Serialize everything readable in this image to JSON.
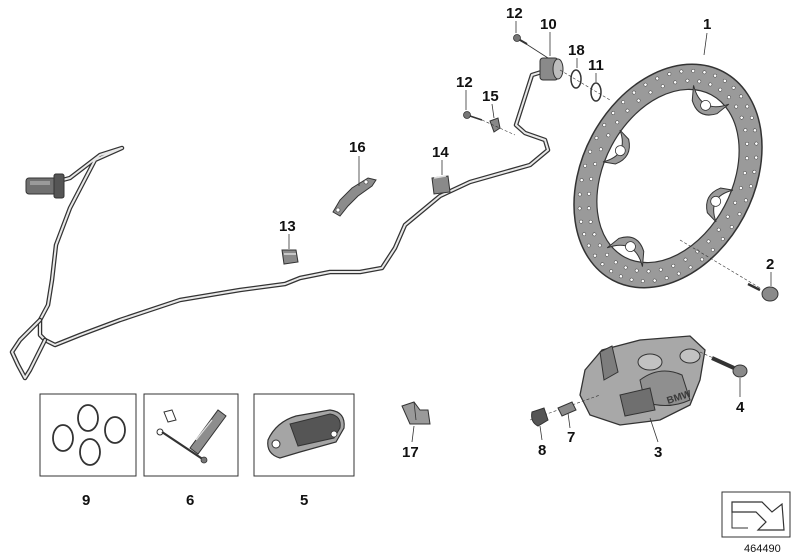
{
  "diagram": {
    "part_numbers": {
      "p1": "1",
      "p2": "2",
      "p3": "3",
      "p4": "4",
      "p5": "5",
      "p6": "6",
      "p7": "7",
      "p8": "8",
      "p9": "9",
      "p10": "10",
      "p11": "11",
      "p12a": "12",
      "p12b": "12",
      "p13": "13",
      "p14": "14",
      "p15": "15",
      "p16": "16",
      "p17": "17",
      "p18": "18"
    },
    "caliper_brand": "BMW",
    "reference_number": "464490"
  },
  "colors": {
    "line": "#333333",
    "disc_fill": "#9a9a9a",
    "metal_light": "#b8b8b8",
    "metal_dark": "#6f6f6f",
    "pad": "#555555"
  },
  "icons": [
    "arrow-direction-icon"
  ]
}
